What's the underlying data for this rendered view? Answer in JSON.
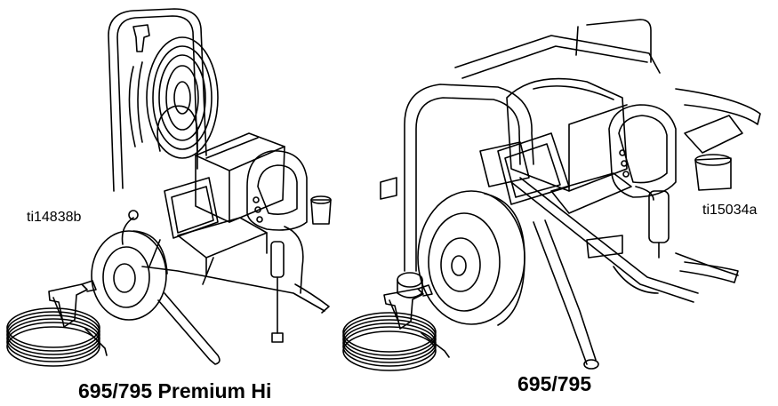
{
  "figure": {
    "left_unit": {
      "ref_id": "ti14838b",
      "model_label": "695/795 Premium Hi"
    },
    "right_unit": {
      "ref_id": "ti15034a",
      "model_label": "695/795"
    }
  }
}
